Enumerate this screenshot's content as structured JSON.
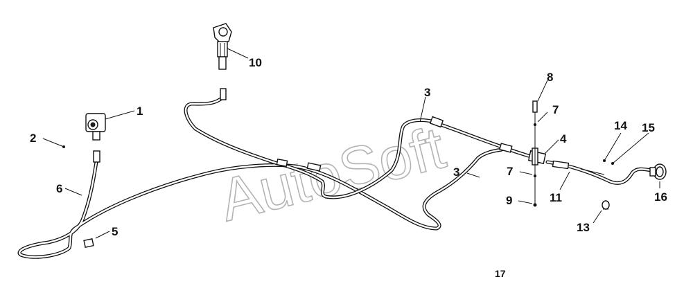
{
  "watermark": "AutoSoft",
  "callouts": [
    "1",
    "2",
    "3",
    "3",
    "4",
    "5",
    "6",
    "7",
    "7",
    "8",
    "9",
    "10",
    "11",
    "13",
    "14",
    "15",
    "16"
  ],
  "page_number": "17"
}
